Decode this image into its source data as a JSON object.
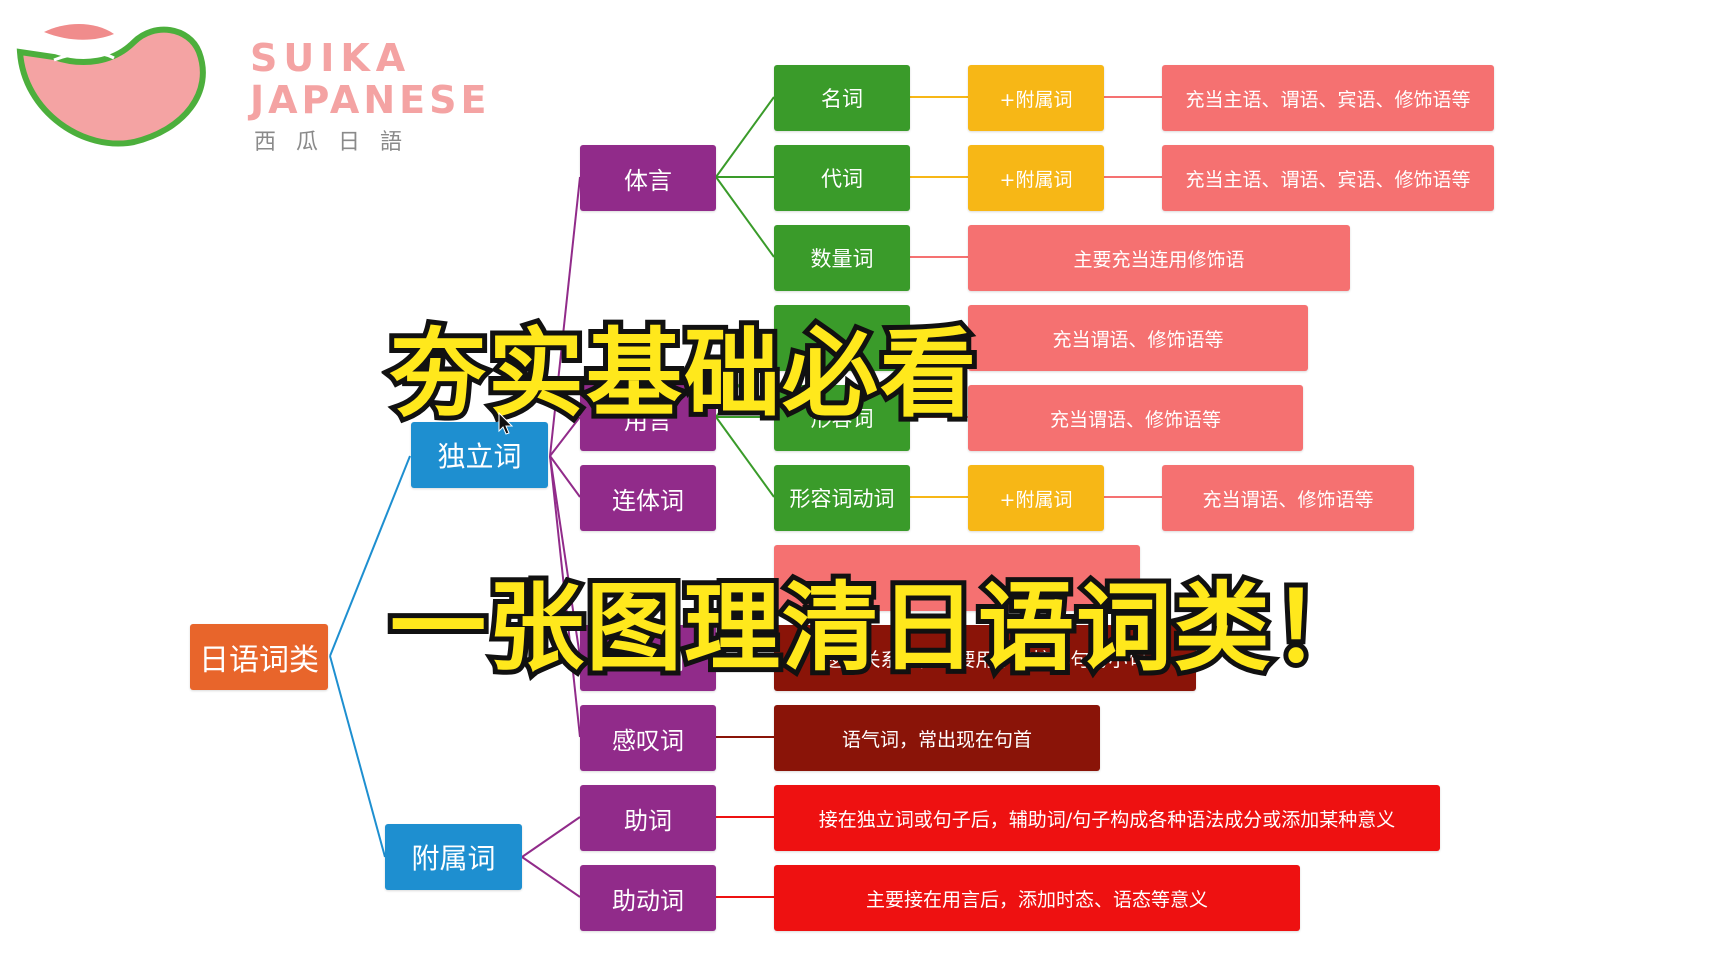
{
  "logo": {
    "line1": "SUIKA",
    "line2": "JAPANESE",
    "line3": "西瓜日語",
    "icon": "watermelon-slice-logo"
  },
  "mindmap": {
    "root": "日语词类",
    "independent": "独立词",
    "dependent": "附属词",
    "taigen": "体言",
    "yougen": "用言",
    "rentaishi": "连体词",
    "setsuzokushi": "接续词",
    "kandoushi": "感叹词",
    "joshi": "助词",
    "jodoushi": "助动词",
    "meishi": "名词",
    "daimeishi": "代词",
    "suuryoushi": "数量词",
    "keiyoushi": "形容词",
    "keiyoudoushi": "形容词动词",
    "fuzokugo_tag": "+附属词",
    "desc_meishi": "充当主语、谓语、宾语、修饰语等",
    "desc_daimeishi": "充当主语、谓语、宾语、修饰语等",
    "desc_suuryoushi": "主要充当连用修饰语",
    "desc_doushi": "充当谓语、修饰语等",
    "desc_keiyoushi": "充当谓语、修饰语等",
    "desc_keiyoudoushi": "充当谓语、修饰语等",
    "desc_setsuzokushi": "逻辑关系词，主要用于连接小句与小句",
    "desc_kandoushi": "语气词，常出现在句首",
    "desc_joshi": "接在独立词或句子后，辅助词/句子构成各种语法成分或添加某种意义",
    "desc_jodoushi": "主要接在用言后，添加时态、语态等意义"
  },
  "overlay": {
    "line1": "夯实基础必看",
    "line2": "一张图理清日语词类！"
  },
  "colors": {
    "blue": "#1e8fd0",
    "orange": "#e8652b",
    "purple": "#912b8a",
    "green": "#3a9b2a",
    "yellow": "#f7b716",
    "salmon": "#f57171",
    "maroon": "#8a1408",
    "red": "#ee1111",
    "overlay_text": "#ffe81c"
  }
}
